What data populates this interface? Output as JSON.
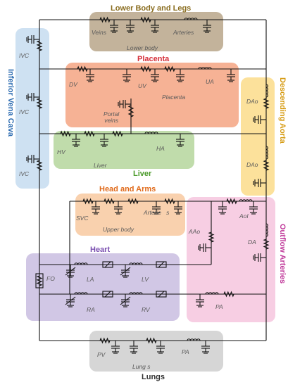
{
  "regions": {
    "lower_body": {
      "title": "Lower Body and Legs",
      "veins": "Veins",
      "arteries": "Arteries",
      "sub": "Lower body",
      "color": "#b8a68a",
      "title_color": "#8a6d1f"
    },
    "placenta": {
      "title": "Placenta",
      "dv": "DV",
      "uv": "UV",
      "ua": "UA",
      "sub": "Placenta",
      "portal": "Portal\nveins",
      "color": "#f4a582",
      "title_color": "#d6303a"
    },
    "liver": {
      "title": "Liver",
      "hv": "HV",
      "ha": "HA",
      "sub": "Liver",
      "color": "#b5d69c",
      "title_color": "#4a9a2a"
    },
    "head_arms": {
      "title": "Head and Arms",
      "svc": "SVC",
      "arteries": "Arterie   s",
      "sub": "Upper body",
      "color": "#f8c9a0",
      "title_color": "#e06a1a"
    },
    "heart": {
      "title": "Heart",
      "fo": "FO",
      "la": "LA",
      "lv": "LV",
      "ra": "RA",
      "rv": "RV",
      "color": "#c9bde0",
      "title_color": "#7a4fb0"
    },
    "lungs": {
      "title": "Lungs",
      "pv": "PV",
      "pa": "PA",
      "sub": "Lung s",
      "color": "#cfcfcf",
      "title_color": "#333333"
    },
    "ivc": {
      "title": "Inferior Vena Cava",
      "label": "IVC",
      "color": "#c5dcf0",
      "title_color": "#2a6ab0"
    },
    "descending_aorta": {
      "title": "Descending Aorta",
      "label": "DAo",
      "color": "#fbdc8a",
      "title_color": "#d69a10"
    },
    "outflow": {
      "title": "Outflow Arteries",
      "aao": "AAo",
      "aoi": "AoI",
      "da": "DA",
      "pa": "PA",
      "color": "#f6c6de",
      "title_color": "#c03a9a"
    }
  }
}
